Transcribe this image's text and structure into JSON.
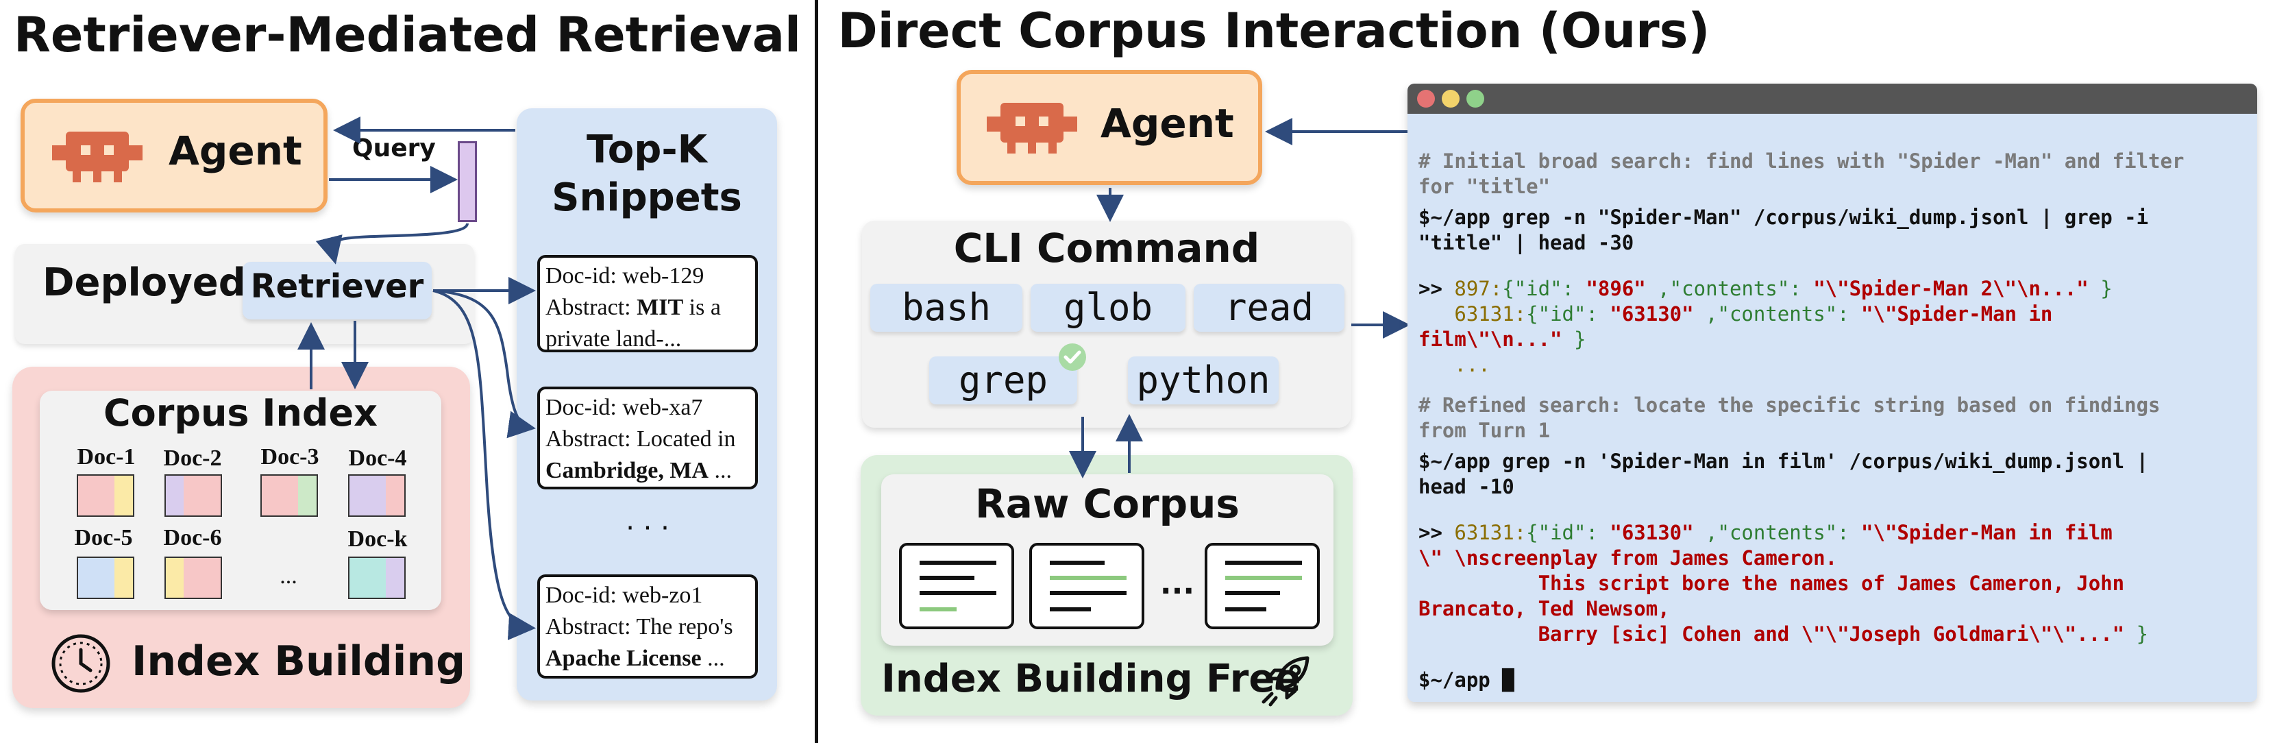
{
  "left": {
    "title": "Retriever-Mediated Retrieval",
    "agent_label": "Agent",
    "query_label": "Query",
    "deployed_label": "Deployed",
    "retriever_label": "Retriever",
    "corpus_index_title": "Corpus Index",
    "docs": [
      "Doc-1",
      "Doc-2",
      "Doc-3",
      "Doc-4",
      "Doc-5",
      "Doc-6",
      "...",
      "Doc-k"
    ],
    "index_building_label": "Index Building",
    "topk_title_line1": "Top-K",
    "topk_title_line2": "Snippets",
    "snippets": [
      {
        "id": "Doc-id: web-129",
        "abstract_prefix": "Abstract: ",
        "abstract_bold": "MIT",
        "abstract_rest": " is a private land-..."
      },
      {
        "id": "Doc-id: web-xa7",
        "abstract_prefix": "Abstract: Located in ",
        "abstract_bold": "Cambridge, MA",
        "abstract_rest": " ..."
      },
      {
        "id": "Doc-id: web-zo1",
        "abstract_prefix": "Abstract: The repo's ",
        "abstract_bold": "Apache License",
        "abstract_rest": " ..."
      }
    ],
    "snippet_ellipsis": "· · ·"
  },
  "right": {
    "title": "Direct Corpus Interaction (Ours)",
    "agent_label": "Agent",
    "cli_title": "CLI Command",
    "commands": [
      "bash",
      "glob",
      "read",
      "grep",
      "python"
    ],
    "raw_corpus_title": "Raw Corpus",
    "index_free_label": "Index Building Free",
    "doc_ellipsis": "...",
    "terminal": {
      "comment1": "# Initial broad search: find lines with \"Spider -Man\" and filter\nfor \"title\"",
      "cmd1": "$~/app grep -n \"Spider-Man\" /corpus/wiki_dump.jsonl | grep -i\n\"title\" | head -30",
      "r1_prefix": ">> ",
      "r1_num": "897:",
      "r1_k1": "{\"id\": ",
      "r1_v1": "\"896\"",
      "r1_k2": " ,\"contents\": ",
      "r1_v2": "\"\\\"Spider-Man 2\\\"\\n...\"",
      "r1_end": " }",
      "r2_indent": "   ",
      "r2_num": "63131:",
      "r2_k1": "{\"id\": ",
      "r2_v1": "\"63130\"",
      "r2_k2": " ,\"contents\": ",
      "r2_v2": "\"\\\"Spider-Man in\nfilm\\\"\\n...\"",
      "r2_end": " }",
      "r3": "   ...",
      "comment2": "# Refined search: locate the specific string based on findings\nfrom Turn 1",
      "cmd2": "$~/app grep -n 'Spider-Man in film' /corpus/wiki_dump.jsonl |\nhead -10",
      "r4_prefix": ">> ",
      "r4_num": "63131:",
      "r4_k1": "{\"id\": ",
      "r4_v1": "\"63130\"",
      "r4_k2": " ,\"contents\": ",
      "r4_v2": "\"\\\"Spider-Man in film\n\\\" \\nscreenplay from James Cameron.\n          This script bore the names of James Cameron, John\nBrancato, Ted Newsom,\n          Barry [sic] Cohen and \\\"\\\"Joseph Goldmari\\\"\\\"...\"",
      "r4_end": " }",
      "prompt": "$~/app ",
      "cursor": "█"
    }
  },
  "colors": {
    "agent_fill": "#fde4c8",
    "agent_border": "#f4a65c",
    "robot": "#d96a4a",
    "blue_panel": "#d6e4f6",
    "pink_panel": "#f9d6d3",
    "green_panel": "#dcefdc",
    "arrow": "#2f4b7c",
    "terminal_bar": "#555555"
  }
}
